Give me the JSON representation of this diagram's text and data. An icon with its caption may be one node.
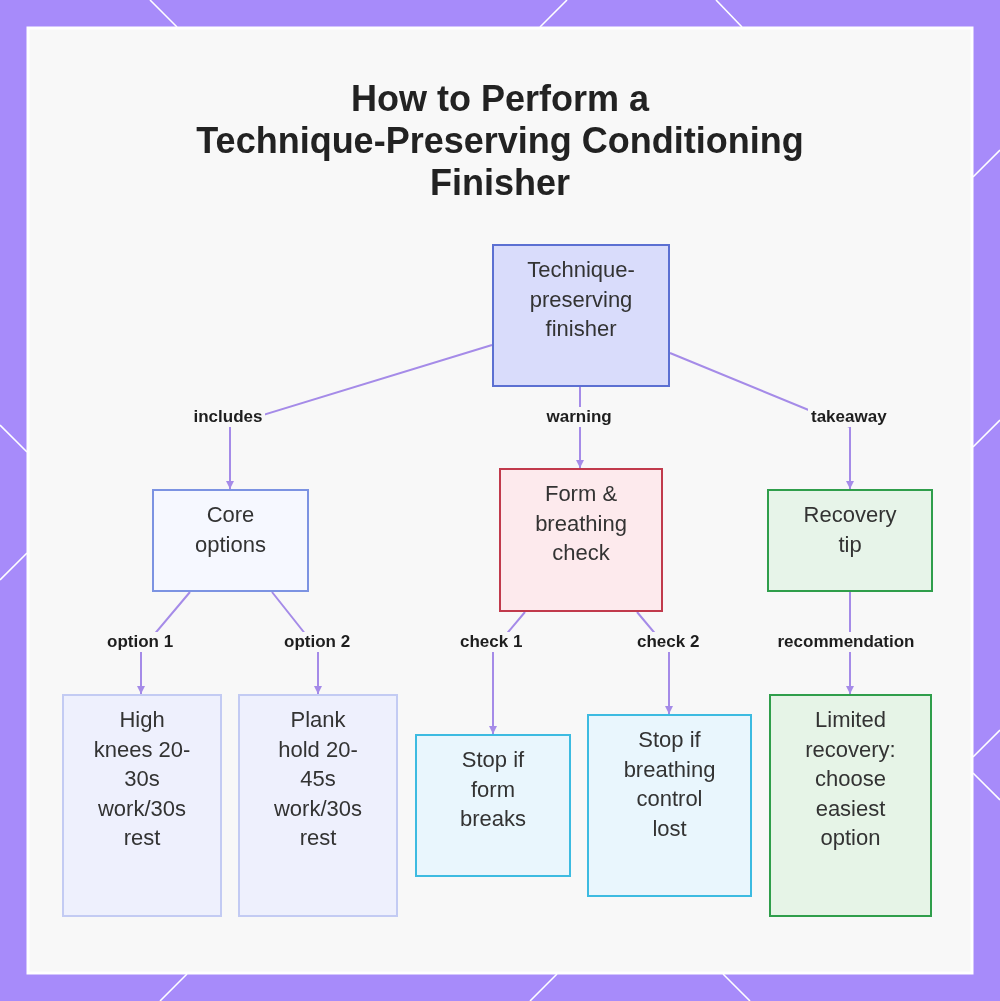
{
  "diagram": {
    "title": "How to Perform a Technique-Preserving Conditioning Finisher",
    "nodes": [
      {
        "text": [
          "Technique-preserving finisher"
        ]
      },
      {
        "text": [
          "Core options"
        ]
      },
      {
        "text": [
          "Form & breathing check"
        ]
      },
      {
        "text": [
          "Recovery tip"
        ]
      },
      {
        "text": [
          "High knees 20-30s work/30s rest"
        ]
      },
      {
        "text": [
          "Plank hold 20-45s work/30s rest"
        ]
      },
      {
        "text": [
          "Stop if form breaks"
        ]
      },
      {
        "text": [
          "Stop if breathing control lost"
        ]
      },
      {
        "text": [
          "Limited recovery: choose easiest option"
        ]
      }
    ],
    "edges": [
      {
        "from": 0,
        "to": 1,
        "arrow": "to",
        "label": "includes"
      },
      {
        "from": 0,
        "to": 2,
        "arrow": "to",
        "label": "warning"
      },
      {
        "from": 0,
        "to": 3,
        "arrow": "to",
        "label": "takeaway"
      },
      {
        "from": 1,
        "to": 4,
        "arrow": "to",
        "label": "option 1"
      },
      {
        "from": 1,
        "to": 5,
        "arrow": "to",
        "label": "option 2"
      },
      {
        "from": 2,
        "to": 6,
        "arrow": "to",
        "label": "check 1"
      },
      {
        "from": 2,
        "to": 7,
        "arrow": "to",
        "label": "check 2"
      },
      {
        "from": 3,
        "to": 8,
        "arrow": "to",
        "label": "recommendation"
      }
    ]
  }
}
